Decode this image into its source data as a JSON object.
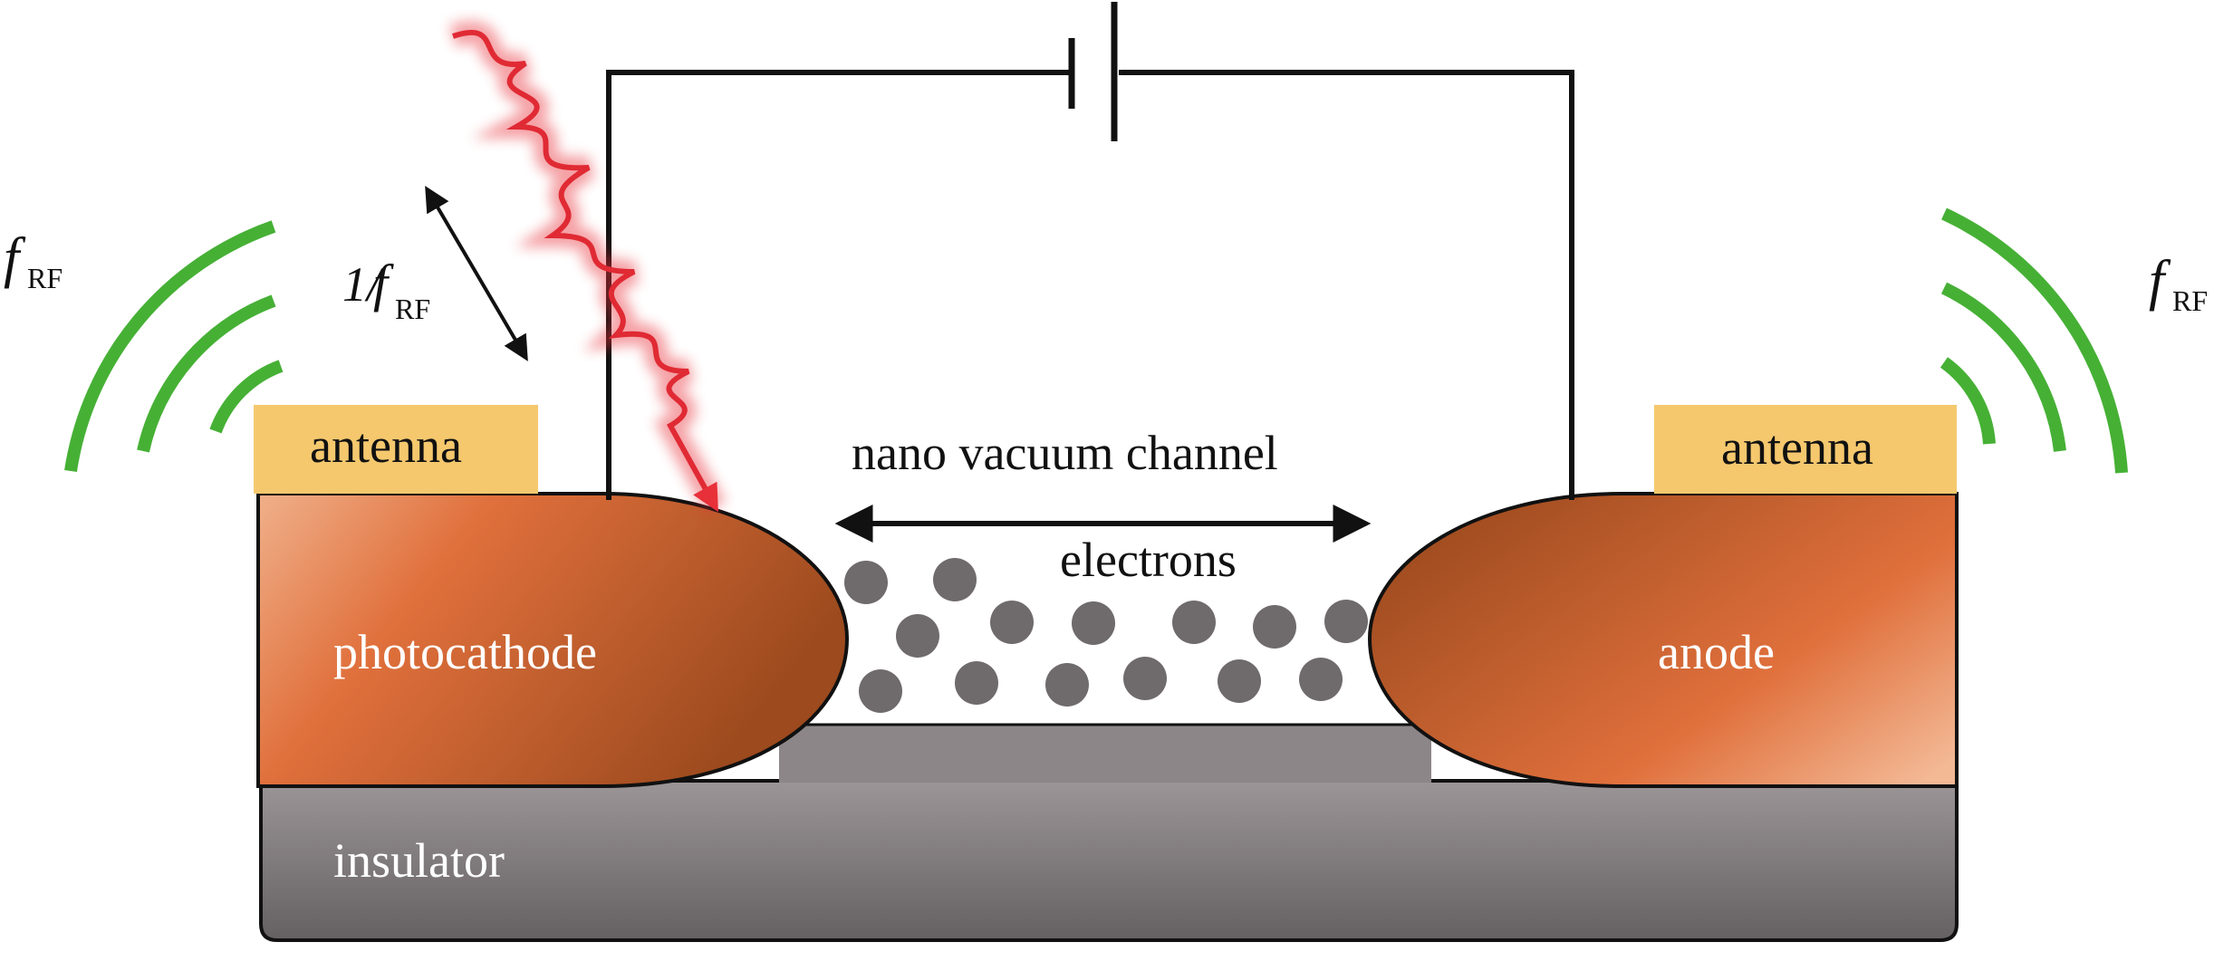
{
  "labels": {
    "f_rf_main": "f",
    "f_rf_sub": "RF",
    "period_prefix": "1/",
    "period_f": "f",
    "period_sub": "RF",
    "antenna_left": "antenna",
    "antenna_right": "antenna",
    "channel": "nano vacuum channel",
    "electrons": "electrons",
    "photocathode": "photocathode",
    "anode": "anode",
    "insulator": "insulator"
  },
  "colors": {
    "antenna": "#f5c86e",
    "rf_waves": "#46b035",
    "laser": "#e8303a",
    "electron": "#6f6a6b",
    "insulator": "#7a7476",
    "electrode": "#c8622e",
    "wire": "#111111"
  }
}
